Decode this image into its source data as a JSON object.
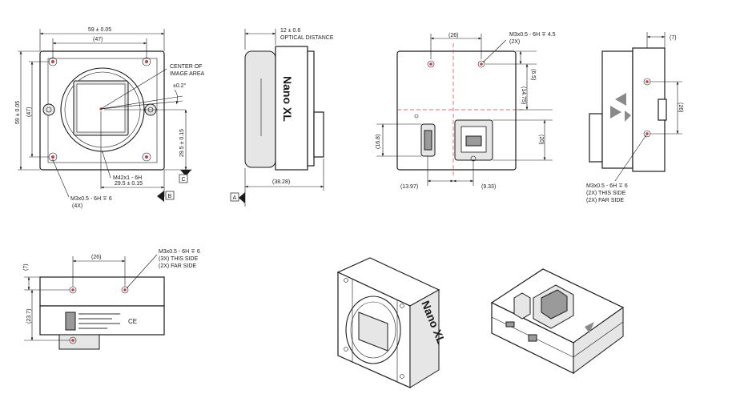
{
  "front": {
    "w": "59 ± 0.05",
    "w_inner": "(47)",
    "h": "59 ± 0.05",
    "h_inner": "(47)",
    "center_l1": "CENTER OF",
    "center_l2": "IMAGE AREA",
    "angle": "±0.2°",
    "v_dim": "29.5 ± 0.15",
    "h_dim": "29.5 ± 0.15",
    "mount": "M42x1 - 6H",
    "hole_l1": "M3x0.5 - 6H ∓ 6",
    "hole_l2": "(4X)",
    "datum_b": "B",
    "datum_c": "C"
  },
  "side": {
    "optical_l1": "12 ± 0.6",
    "optical_l2": "OPTICAL DISTANCE",
    "depth": "(38.28)",
    "datum_a": "A",
    "brand": "Nano XL"
  },
  "back": {
    "spacing": "(26)",
    "hole_l1": "M3x0.5 - 6H ∓ 4.5",
    "hole_l2": "(2X)",
    "v1": "(6.5)",
    "v2": "(14.75)",
    "v3": "(20)",
    "left_h": "(16.8)",
    "bottom_l": "(13.97)",
    "bottom_r": "(9.33)"
  },
  "right": {
    "top": "(7)",
    "spacing": "(26)",
    "hole_l1": "M3x0.5 - 6H ∓ 6",
    "hole_l2": "(2X) THIS SIDE",
    "hole_l3": "(2X) FAR SIDE"
  },
  "bottom": {
    "left_top": "(7)",
    "spacing": "(26)",
    "height": "(23.7)",
    "hole_l1": "M3x0.5 - 6H ∓ 6",
    "hole_l2": "(3X) THIS SIDE",
    "hole_l3": "(2X) FAR SIDE",
    "ce": "CE"
  },
  "iso": {
    "brand": "Nano XL"
  }
}
